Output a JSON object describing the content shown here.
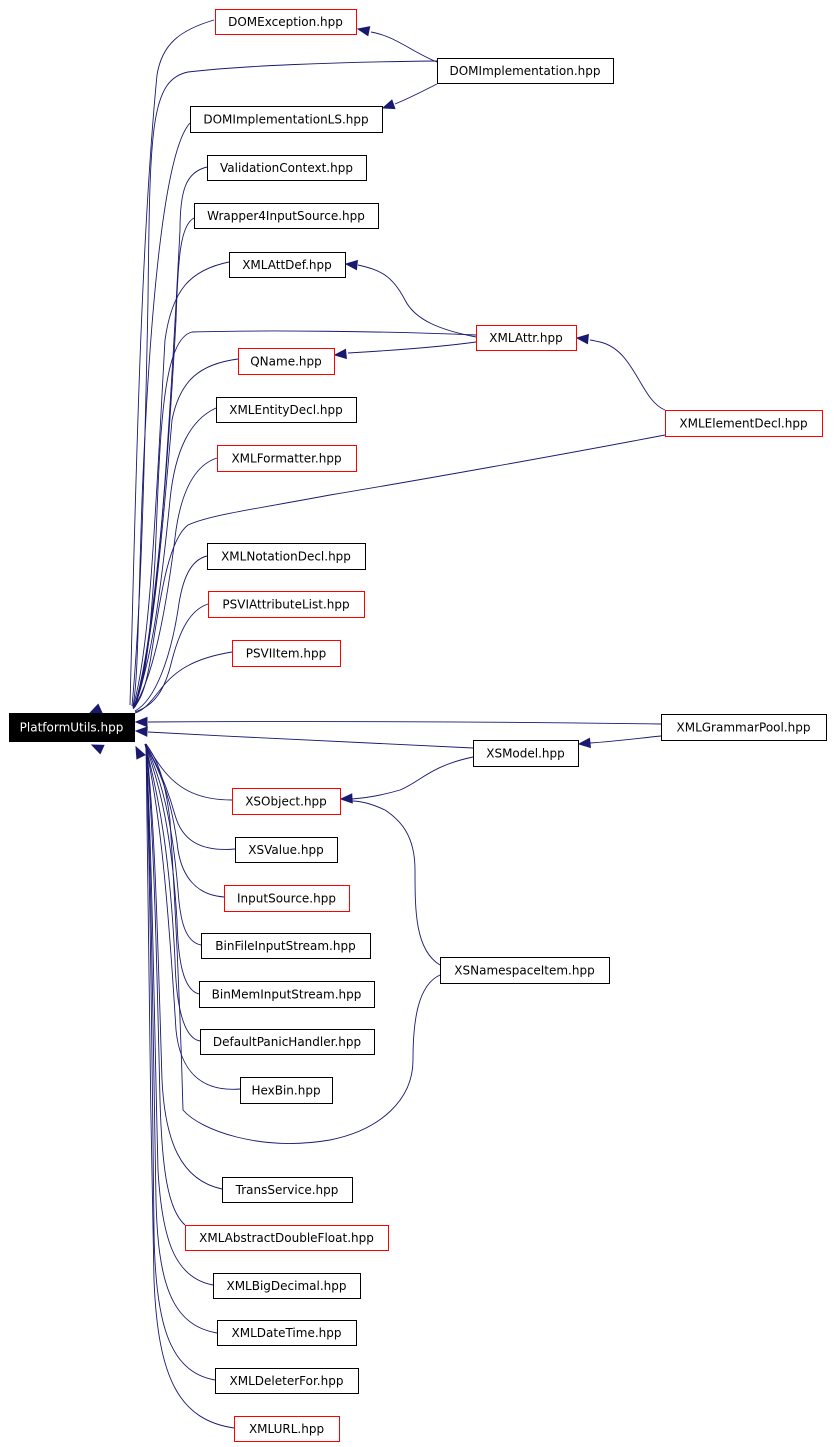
{
  "graph": {
    "colors": {
      "edge": "#191970",
      "border_normal": "#000000",
      "border_incomplete": "#ff0000",
      "root_fill": "#000000",
      "root_text": "#ffffff",
      "node_fill": "#ffffff"
    },
    "nodes": [
      {
        "id": "PlatformUtils",
        "label": "PlatformUtils.hpp",
        "style": "root"
      },
      {
        "id": "DOMException",
        "label": "DOMException.hpp",
        "style": "red"
      },
      {
        "id": "DOMImplementation",
        "label": "DOMImplementation.hpp",
        "style": "black"
      },
      {
        "id": "DOMImplementationLS",
        "label": "DOMImplementationLS.hpp",
        "style": "black"
      },
      {
        "id": "ValidationContext",
        "label": "ValidationContext.hpp",
        "style": "black"
      },
      {
        "id": "Wrapper4InputSource",
        "label": "Wrapper4InputSource.hpp",
        "style": "black"
      },
      {
        "id": "XMLAttDef",
        "label": "XMLAttDef.hpp",
        "style": "black"
      },
      {
        "id": "XMLAttr",
        "label": "XMLAttr.hpp",
        "style": "red"
      },
      {
        "id": "QName",
        "label": "QName.hpp",
        "style": "red"
      },
      {
        "id": "XMLElementDecl",
        "label": "XMLElementDecl.hpp",
        "style": "red"
      },
      {
        "id": "XMLEntityDecl",
        "label": "XMLEntityDecl.hpp",
        "style": "black"
      },
      {
        "id": "XMLFormatter",
        "label": "XMLFormatter.hpp",
        "style": "red"
      },
      {
        "id": "XMLNotationDecl",
        "label": "XMLNotationDecl.hpp",
        "style": "black"
      },
      {
        "id": "PSVIAttributeList",
        "label": "PSVIAttributeList.hpp",
        "style": "red"
      },
      {
        "id": "PSVIItem",
        "label": "PSVIItem.hpp",
        "style": "red"
      },
      {
        "id": "XMLGrammarPool",
        "label": "XMLGrammarPool.hpp",
        "style": "black"
      },
      {
        "id": "XSModel",
        "label": "XSModel.hpp",
        "style": "black"
      },
      {
        "id": "XSObject",
        "label": "XSObject.hpp",
        "style": "red"
      },
      {
        "id": "XSValue",
        "label": "XSValue.hpp",
        "style": "black"
      },
      {
        "id": "InputSource",
        "label": "InputSource.hpp",
        "style": "red"
      },
      {
        "id": "BinFileInputStream",
        "label": "BinFileInputStream.hpp",
        "style": "black"
      },
      {
        "id": "XSNamespaceItem",
        "label": "XSNamespaceItem.hpp",
        "style": "black"
      },
      {
        "id": "BinMemInputStream",
        "label": "BinMemInputStream.hpp",
        "style": "black"
      },
      {
        "id": "DefaultPanicHandler",
        "label": "DefaultPanicHandler.hpp",
        "style": "black"
      },
      {
        "id": "HexBin",
        "label": "HexBin.hpp",
        "style": "black"
      },
      {
        "id": "TransService",
        "label": "TransService.hpp",
        "style": "black"
      },
      {
        "id": "XMLAbstractDoubleFloat",
        "label": "XMLAbstractDoubleFloat.hpp",
        "style": "red"
      },
      {
        "id": "XMLBigDecimal",
        "label": "XMLBigDecimal.hpp",
        "style": "black"
      },
      {
        "id": "XMLDateTime",
        "label": "XMLDateTime.hpp",
        "style": "black"
      },
      {
        "id": "XMLDeleterFor",
        "label": "XMLDeleterFor.hpp",
        "style": "black"
      },
      {
        "id": "XMLURL",
        "label": "XMLURL.hpp",
        "style": "red"
      }
    ],
    "edges": [
      {
        "from": "DOMException",
        "to": "PlatformUtils"
      },
      {
        "from": "DOMImplementation",
        "to": "PlatformUtils"
      },
      {
        "from": "DOMImplementation",
        "to": "DOMException"
      },
      {
        "from": "DOMImplementation",
        "to": "DOMImplementationLS"
      },
      {
        "from": "DOMImplementationLS",
        "to": "PlatformUtils"
      },
      {
        "from": "ValidationContext",
        "to": "PlatformUtils"
      },
      {
        "from": "Wrapper4InputSource",
        "to": "PlatformUtils"
      },
      {
        "from": "XMLAttDef",
        "to": "PlatformUtils"
      },
      {
        "from": "XMLAttr",
        "to": "XMLAttDef"
      },
      {
        "from": "XMLAttr",
        "to": "PlatformUtils"
      },
      {
        "from": "XMLAttr",
        "to": "QName"
      },
      {
        "from": "QName",
        "to": "PlatformUtils"
      },
      {
        "from": "XMLElementDecl",
        "to": "XMLAttr"
      },
      {
        "from": "XMLElementDecl",
        "to": "PlatformUtils"
      },
      {
        "from": "XMLEntityDecl",
        "to": "PlatformUtils"
      },
      {
        "from": "XMLFormatter",
        "to": "PlatformUtils"
      },
      {
        "from": "XMLNotationDecl",
        "to": "PlatformUtils"
      },
      {
        "from": "PSVIAttributeList",
        "to": "PlatformUtils"
      },
      {
        "from": "PSVIItem",
        "to": "PlatformUtils"
      },
      {
        "from": "XMLGrammarPool",
        "to": "PlatformUtils"
      },
      {
        "from": "XMLGrammarPool",
        "to": "XSModel"
      },
      {
        "from": "XSModel",
        "to": "PlatformUtils"
      },
      {
        "from": "XSModel",
        "to": "XSObject"
      },
      {
        "from": "XSObject",
        "to": "PlatformUtils"
      },
      {
        "from": "XSNamespaceItem",
        "to": "XSObject"
      },
      {
        "from": "XSNamespaceItem",
        "to": "PlatformUtils"
      },
      {
        "from": "XSValue",
        "to": "PlatformUtils"
      },
      {
        "from": "InputSource",
        "to": "PlatformUtils"
      },
      {
        "from": "BinFileInputStream",
        "to": "PlatformUtils"
      },
      {
        "from": "BinMemInputStream",
        "to": "PlatformUtils"
      },
      {
        "from": "DefaultPanicHandler",
        "to": "PlatformUtils"
      },
      {
        "from": "HexBin",
        "to": "PlatformUtils"
      },
      {
        "from": "TransService",
        "to": "PlatformUtils"
      },
      {
        "from": "XMLAbstractDoubleFloat",
        "to": "PlatformUtils"
      },
      {
        "from": "XMLBigDecimal",
        "to": "PlatformUtils"
      },
      {
        "from": "XMLDateTime",
        "to": "PlatformUtils"
      },
      {
        "from": "XMLDeleterFor",
        "to": "PlatformUtils"
      },
      {
        "from": "XMLURL",
        "to": "PlatformUtils"
      }
    ]
  }
}
